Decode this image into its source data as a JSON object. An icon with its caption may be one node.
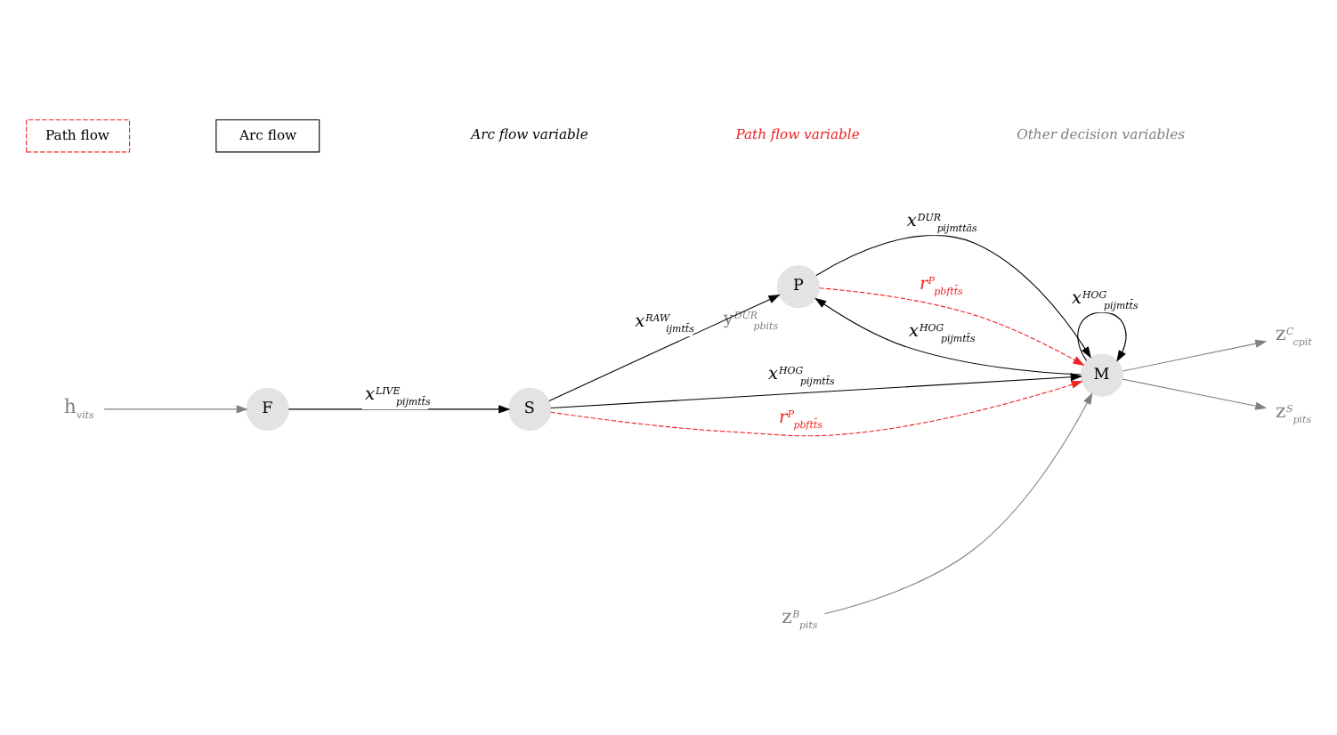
{
  "diagram": {
    "nodes": [
      {
        "text": [
          "h$_{vits}$"
        ]
      },
      {
        "text": [
          "F"
        ]
      },
      {
        "text": [
          "S"
        ]
      },
      {
        "text": [
          "P"
        ],
        "beside": [
          "y$^{DUR}$$_{pbits}$"
        ]
      },
      {
        "text": [
          "M"
        ]
      },
      {
        "text": [
          "z$^{B}$$_{pits}$"
        ]
      },
      {
        "text": [
          "z$^{C}$$_{cpit}$"
        ]
      },
      {
        "text": [
          "z$^{S}$$_{pits}$"
        ]
      }
    ],
    "edges": [
      {
        "from": 0,
        "to": 1,
        "arrow": "to",
        "color": "#808080"
      },
      {
        "from": 1,
        "to": 2,
        "arrow": "to",
        "label": "x$^{LIVE}$$_{pijmtt̄s}$"
      },
      {
        "from": 2,
        "to": 3,
        "arrow": "to",
        "label": "x$^{RAW}$$_{ijmtt̄s}$"
      },
      {
        "from": 2,
        "to": 4,
        "arrow": "to",
        "label": "x$^{HOG}$$_{pijmtt̄s}$"
      },
      {
        "from": 3,
        "to": 4,
        "arrow": "to",
        "label": "x$^{DUR}$$_{pijmttās}$"
      },
      {
        "from": 4,
        "to": 3,
        "arrow": "to",
        "label": "x$^{HOG}$$_{pijmtt̄s}$"
      },
      {
        "from": 2,
        "to": 4,
        "arrow": "to",
        "label": "r$^{P}$$_{pbftt̄s}$",
        "style": "dashed",
        "color": "#ee2222"
      },
      {
        "from": 4,
        "to": 4,
        "arrow": "to",
        "label": "x$^{HOG}$$_{pijmtt̄s}$"
      },
      {
        "from": 3,
        "to": 4,
        "arrow": "to",
        "label": "r$^{P}$$_{pbftt̄s}$",
        "style": "dashed",
        "color": "#ee2222"
      },
      {
        "from": 5,
        "to": 4,
        "arrow": "to",
        "color": "#808080"
      },
      {
        "from": 4,
        "to": 6,
        "arrow": "to",
        "color": "#808080"
      },
      {
        "from": 4,
        "to": 7,
        "arrow": "to",
        "color": "#808080"
      }
    ],
    "legend": [
      {
        "text": "Path flow"
      },
      {
        "text": "Arc flow"
      },
      {
        "text": "Arc flow variable",
        "color": "#000000"
      },
      {
        "text": "Path flow variable",
        "color": "#ee2222"
      },
      {
        "text": "Other decision variables",
        "color": "#808080"
      }
    ]
  }
}
